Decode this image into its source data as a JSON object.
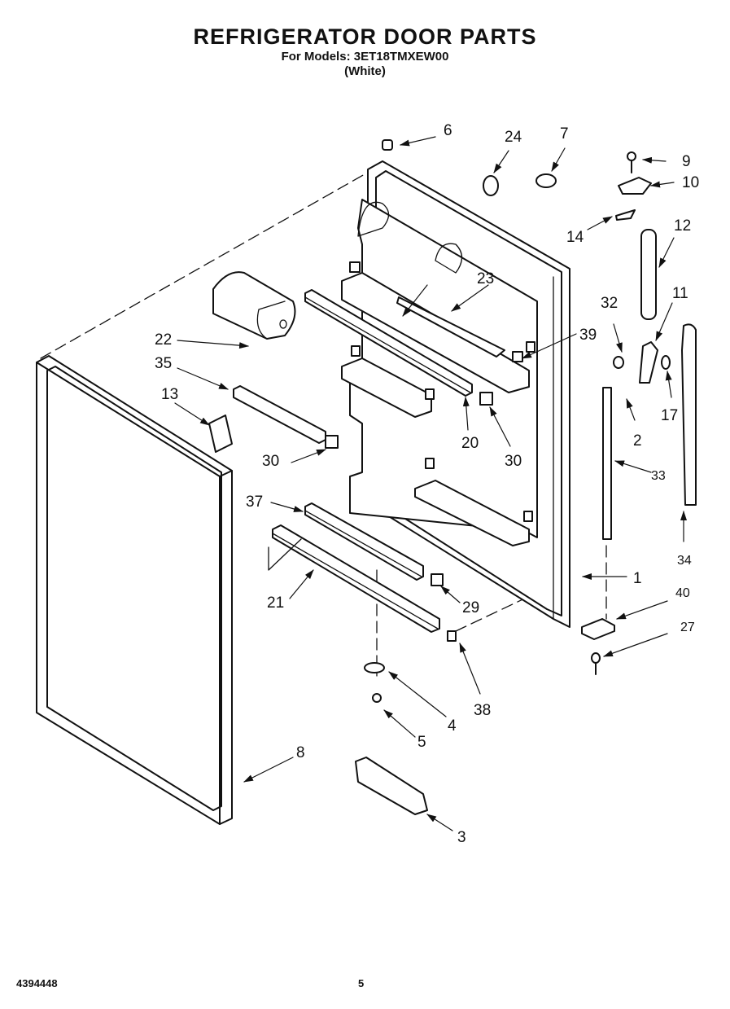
{
  "header": {
    "title": "REFRIGERATOR DOOR PARTS",
    "models": "For Models: 3ET18TMXEW00",
    "color": "(White)"
  },
  "callouts": {
    "c1": "1",
    "c2": "2",
    "c3": "3",
    "c4": "4",
    "c5": "5",
    "c6": "6",
    "c7": "7",
    "c8": "8",
    "c9": "9",
    "c10": "10",
    "c11": "11",
    "c12": "12",
    "c13": "13",
    "c14": "14",
    "c17": "17",
    "c20": "20",
    "c21": "21",
    "c22": "22",
    "c23": "23",
    "c24": "24",
    "c27": "27",
    "c29": "29",
    "c30a": "30",
    "c30b": "30",
    "c32": "32",
    "c33": "33",
    "c34": "34",
    "c35": "35",
    "c37": "37",
    "c38": "38",
    "c39": "39",
    "c40": "40"
  },
  "footer": {
    "doc_number": "4394448",
    "page_number": "5"
  }
}
